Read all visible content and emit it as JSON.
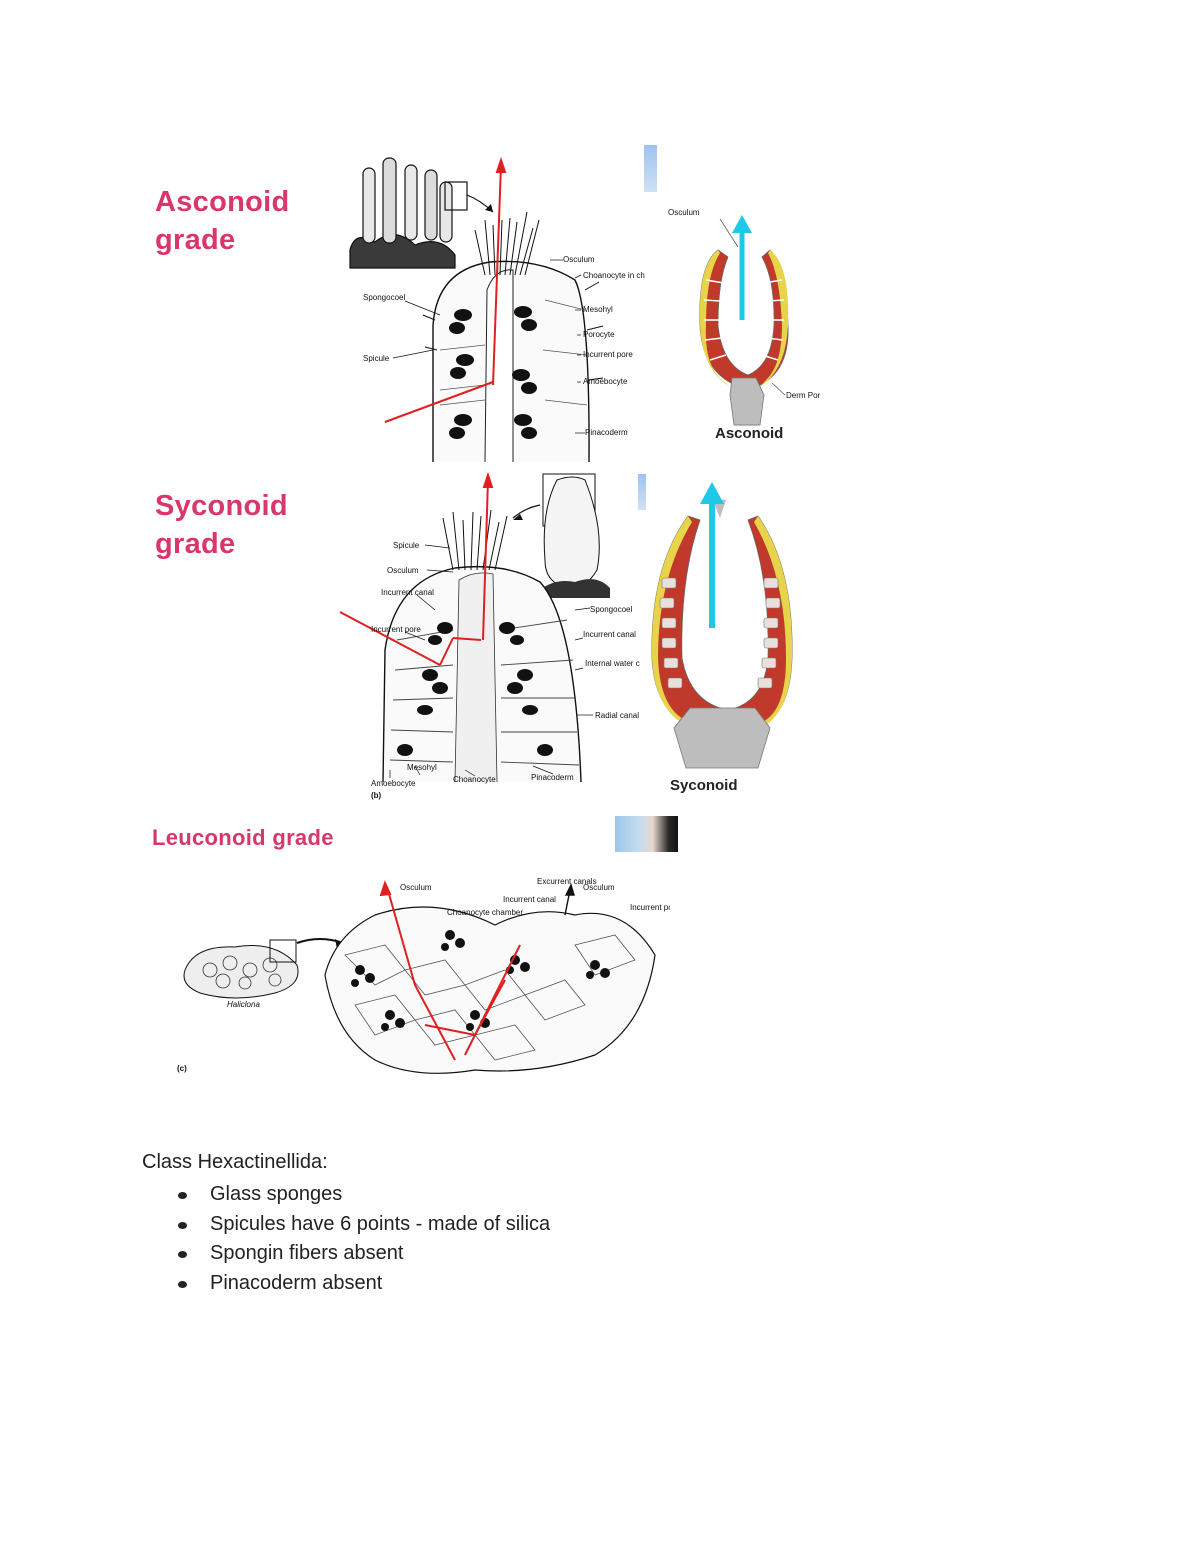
{
  "sections": {
    "asconoid": {
      "title": "Asconoid grade",
      "caption": "Asconoid",
      "labels": [
        "Osculum",
        "Choanocyte in choanoderm",
        "Mesohyl",
        "Porocyte",
        "Incurrent pore",
        "Amoebocyte",
        "Pinacoderm",
        "Spongocoel",
        "Spicule"
      ],
      "right_labels": {
        "osculum": "Osculum",
        "dermal_pore": "Derm Pore"
      }
    },
    "syconoid": {
      "title": "Syconoid grade",
      "caption": "Syconoid",
      "labels": [
        "Spicule",
        "Osculum",
        "Incurrent canal",
        "Incurrent pore",
        "Spongocoel",
        "Incurrent canal",
        "Internal water canal",
        "Radial canal",
        "Pinacoderm",
        "Choanocyte",
        "Mesohyl",
        "Amoebocyte"
      ],
      "panel": "(b)"
    },
    "leuconoid": {
      "title": "Leuconoid grade",
      "labels": [
        "Osculum",
        "Excurrent canals",
        "Osculum",
        "Incurrent canal",
        "Choanocyte chamber",
        "Incurrent pore"
      ],
      "specimen": "Haliclona",
      "panel": "(c)"
    }
  },
  "notes": {
    "heading": "Class Hexactinellida:",
    "items": [
      "Glass sponges",
      "Spicules have 6 points - made of silica",
      "Spongin fibers absent",
      "Pinacoderm absent"
    ]
  },
  "colors": {
    "title": "#d9366a",
    "flow_arrow_red": "#e02020",
    "flow_arrow_cyan": "#1ec8e6",
    "cell_red": "#c0392b",
    "cell_yellow": "#e8d44a"
  }
}
